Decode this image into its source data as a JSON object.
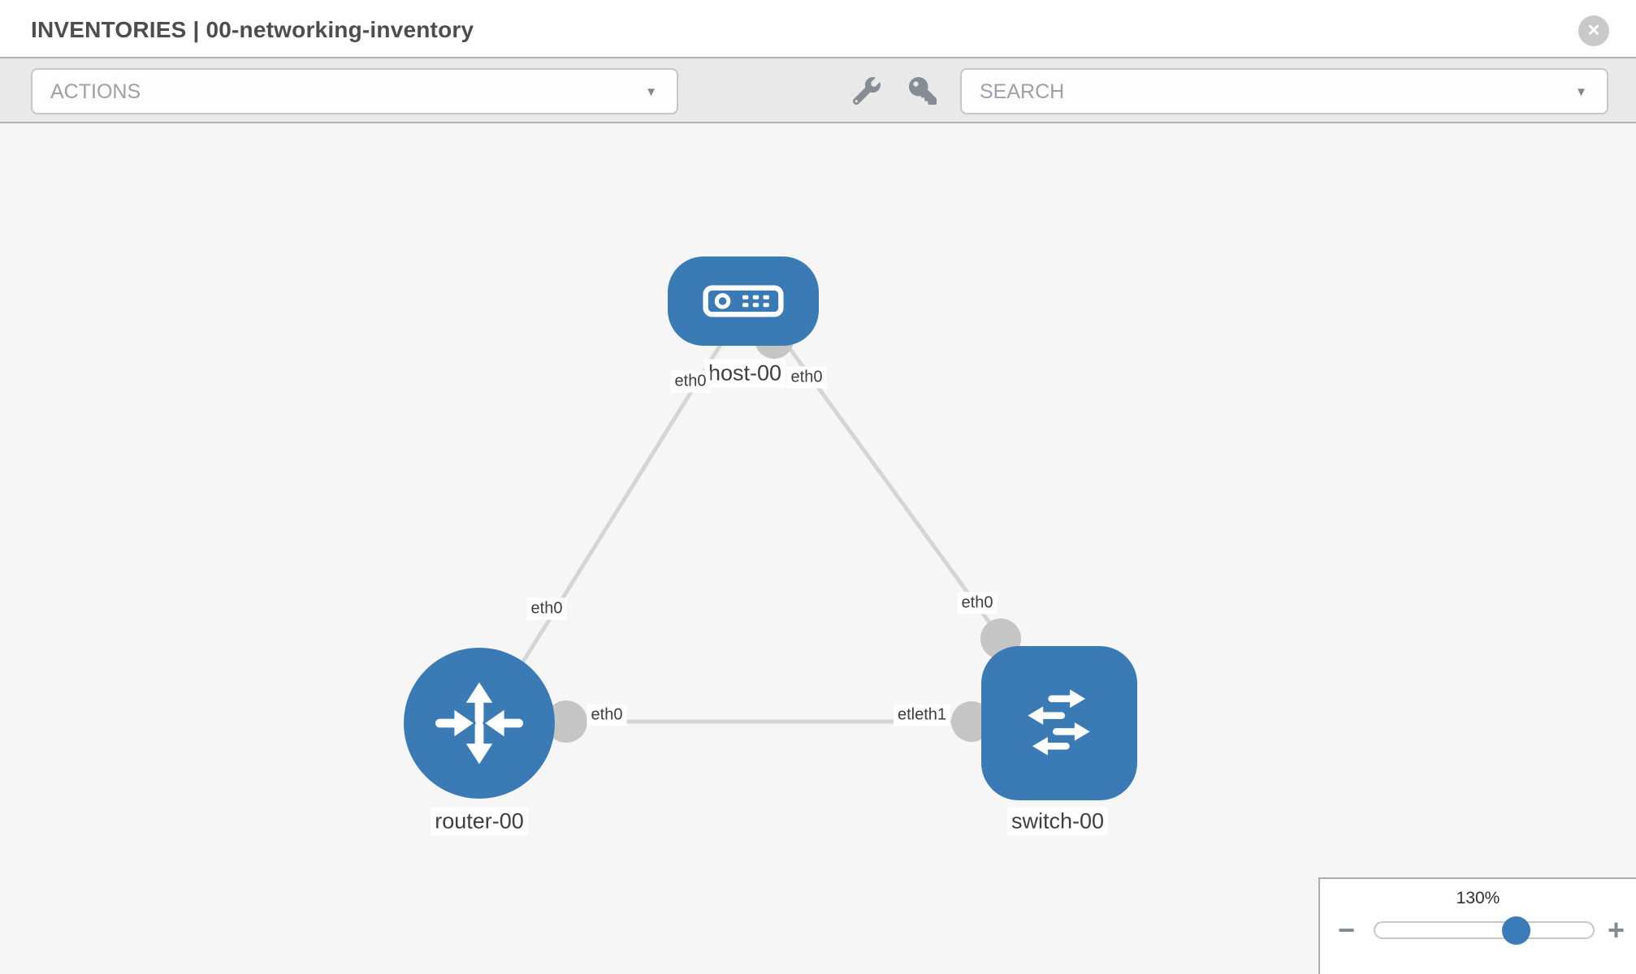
{
  "header": {
    "title": "INVENTORIES | 00-networking-inventory"
  },
  "toolbar": {
    "actions_label": "ACTIONS",
    "search_label": "SEARCH"
  },
  "icons": {
    "close": "✕",
    "caret_down": "▼",
    "minus": "−",
    "plus": "+",
    "wrench": "wrench-icon",
    "key": "key-icon"
  },
  "canvas": {
    "nodes": [
      {
        "label": "host-00",
        "type": "host"
      },
      {
        "label": "router-00",
        "type": "router"
      },
      {
        "label": "switch-00",
        "type": "switch"
      }
    ],
    "interface_labels": [
      {
        "text": "eth0",
        "at": "host-left"
      },
      {
        "text": "eth0",
        "at": "host-right"
      },
      {
        "text": "eth0",
        "at": "router-uplink"
      },
      {
        "text": "eth0",
        "at": "switch-uplink"
      },
      {
        "text": "eth0",
        "at": "router-switch-left"
      },
      {
        "text": "etleth1",
        "at": "router-switch-right"
      }
    ],
    "zoom": {
      "percent": "130%"
    }
  },
  "colors": {
    "node_blue": "#3a7bb6",
    "slider_blue": "#3a7cb8",
    "edge_gray": "#d5d5d5",
    "connector_gray": "#c5c5c5",
    "toolbar_gray": "#e9e9e9",
    "canvas_gray": "#f6f6f6"
  }
}
